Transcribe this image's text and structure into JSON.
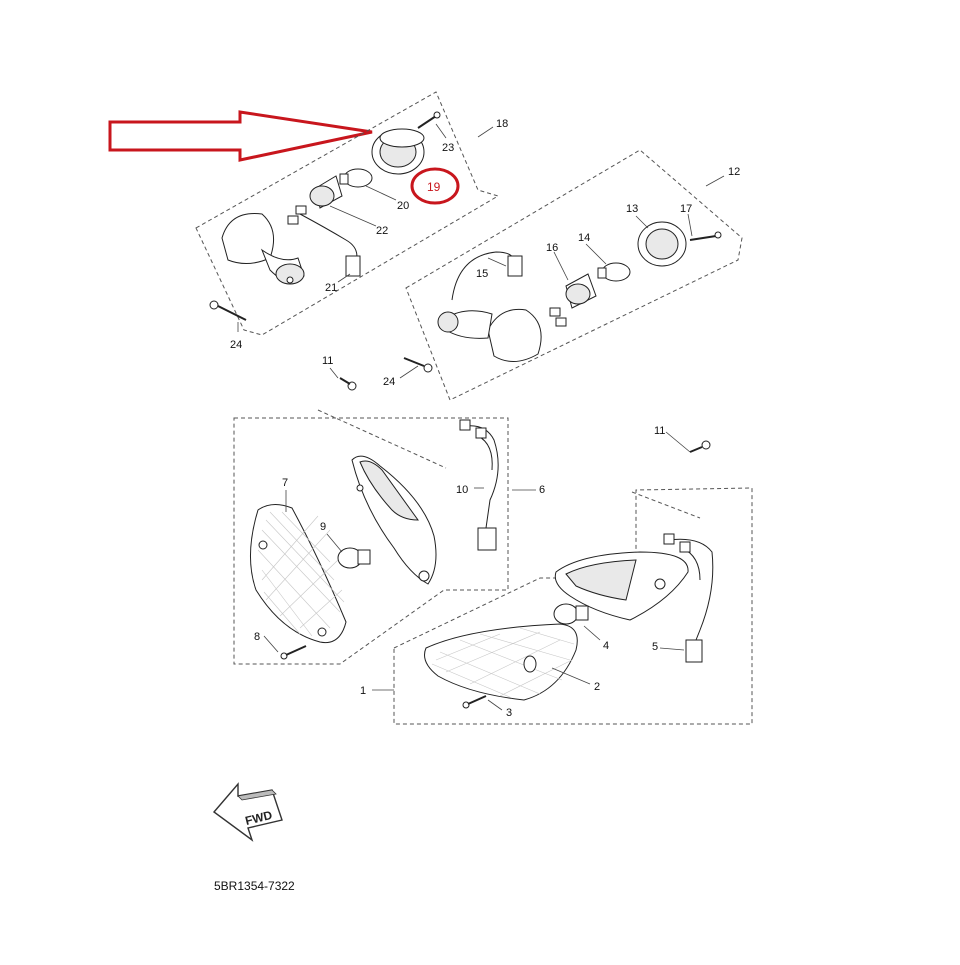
{
  "diagram": {
    "code": "5BR1354-7322",
    "fwd_label": "FWD",
    "highlight_label": "19",
    "callouts": {
      "c1": "1",
      "c2": "2",
      "c3": "3",
      "c4": "4",
      "c5": "5",
      "c6": "6",
      "c7": "7",
      "c8": "8",
      "c9": "9",
      "c10": "10",
      "c11a": "11",
      "c11b": "11",
      "c12": "12",
      "c13": "13",
      "c14": "14",
      "c15": "15",
      "c16": "16",
      "c17": "17",
      "c18": "18",
      "c20": "20",
      "c21": "21",
      "c22": "22",
      "c23": "23",
      "c24a": "24",
      "c24b": "24"
    },
    "colors": {
      "arrow": "#c8161d",
      "highlight_circle": "#c8161d",
      "linework": "#222222"
    }
  }
}
